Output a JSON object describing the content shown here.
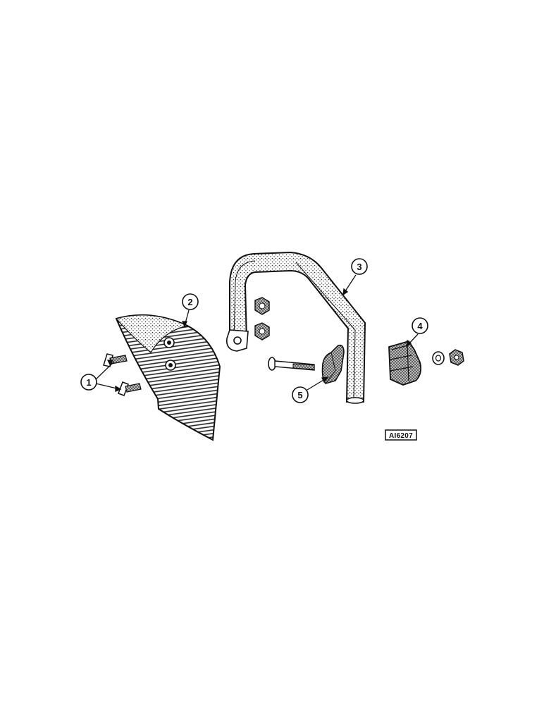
{
  "diagram": {
    "callouts": [
      {
        "id": "1",
        "label": "1"
      },
      {
        "id": "2",
        "label": "2"
      },
      {
        "id": "3",
        "label": "3"
      },
      {
        "id": "4",
        "label": "4"
      },
      {
        "id": "5",
        "label": "5"
      }
    ],
    "figure_tag": "AI6207",
    "colors": {
      "ink": "#111111",
      "paper": "#ffffff"
    }
  }
}
